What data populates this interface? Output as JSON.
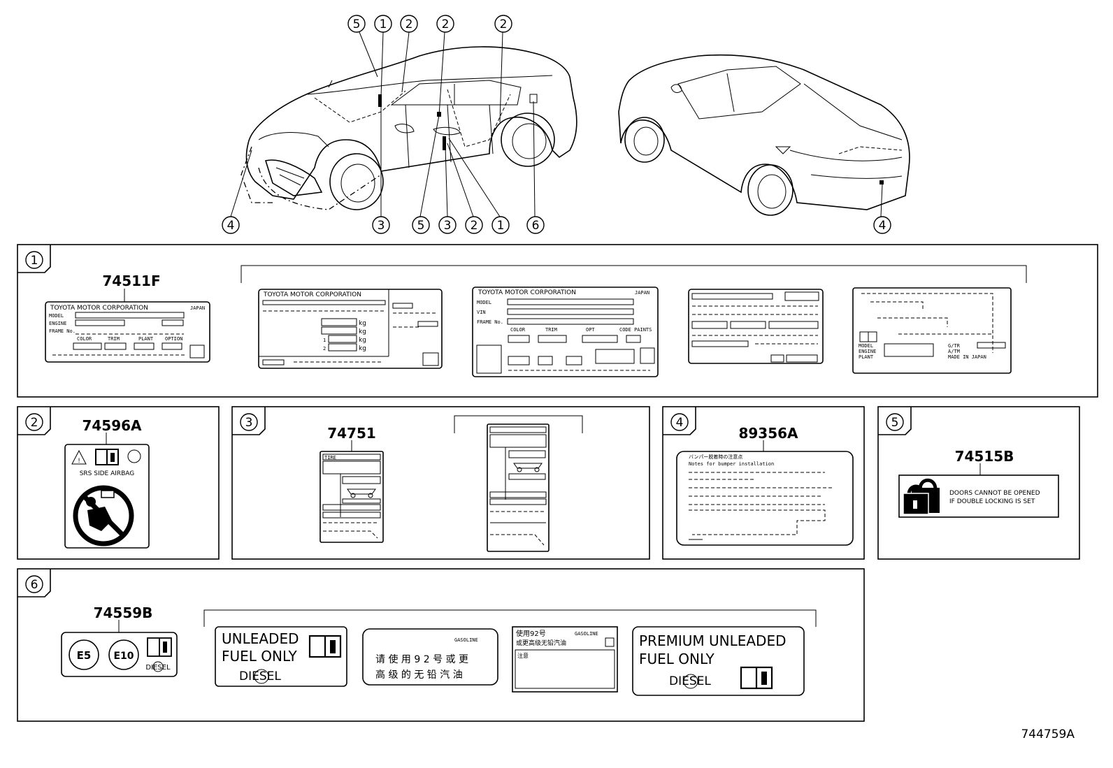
{
  "diagram_id": "744759A",
  "callouts_left_top": [
    "5",
    "1",
    "2",
    "2",
    "2"
  ],
  "callouts_left_bottom": [
    "4",
    "3",
    "5",
    "3",
    "2",
    "1",
    "6"
  ],
  "callouts_right_bottom": [
    "4"
  ],
  "sections": {
    "s1": {
      "number": "1",
      "part": "74511F",
      "label_a": {
        "maker": "TOYOTA MOTOR CORPORATION",
        "country": "JAPAN",
        "rows": [
          "MODEL",
          "ENGINE",
          "FRAME No."
        ],
        "cols": [
          "COLOR",
          "TRIM",
          "PLANT",
          "OPTION"
        ]
      },
      "label_b": {
        "maker": "TOYOTA MOTOR CORPORATION",
        "units": [
          "kg",
          "kg",
          "kg",
          "kg"
        ],
        "row_prefix": [
          "1",
          "2"
        ]
      },
      "label_c": {
        "maker": "TOYOTA MOTOR CORPORATION",
        "country": "JAPAN",
        "rows": [
          "MODEL",
          "VIN",
          "FRAME No."
        ],
        "cols": [
          "COLOR",
          "TRIM",
          "OPT",
          "CODE PAINTS"
        ]
      },
      "label_e": {
        "rows": [
          "MODEL",
          "ENGINE",
          "PLANT"
        ],
        "right": [
          "G/TR",
          "A/TM",
          "MADE IN JAPAN"
        ]
      }
    },
    "s2": {
      "number": "2",
      "part": "74596A",
      "caption": "SRS SIDE AIRBAG"
    },
    "s3": {
      "number": "3",
      "part": "74751",
      "tire_label": "TIRE"
    },
    "s4": {
      "number": "4",
      "part": "89356A",
      "heading_jp": "バンパー脱着時の注意点",
      "heading_en": "Notes for bumper installation"
    },
    "s5": {
      "number": "5",
      "part": "74515B",
      "line1": "DOORS CANNOT BE OPENED",
      "line2": "IF DOUBLE LOCKING IS SET"
    },
    "s6": {
      "number": "6",
      "part": "74559B",
      "e5": "E5",
      "e10": "E10",
      "diesel": "DIESEL",
      "unleaded_l1": "UNLEADED",
      "unleaded_l2": "FUEL ONLY",
      "gasoline": "GASOLINE",
      "cn_line1": "请 使 用  9 2 号 或 更",
      "cn_line2": "高 级 的 无 铅 汽 油",
      "jp_line1": "使用92号",
      "jp_gas": "GASOLINE",
      "jp_line2": "或更高级无铅汽油",
      "jp_note": "注意",
      "premium_l1": "PREMIUM  UNLEADED",
      "premium_l2": "FUEL  ONLY"
    }
  }
}
